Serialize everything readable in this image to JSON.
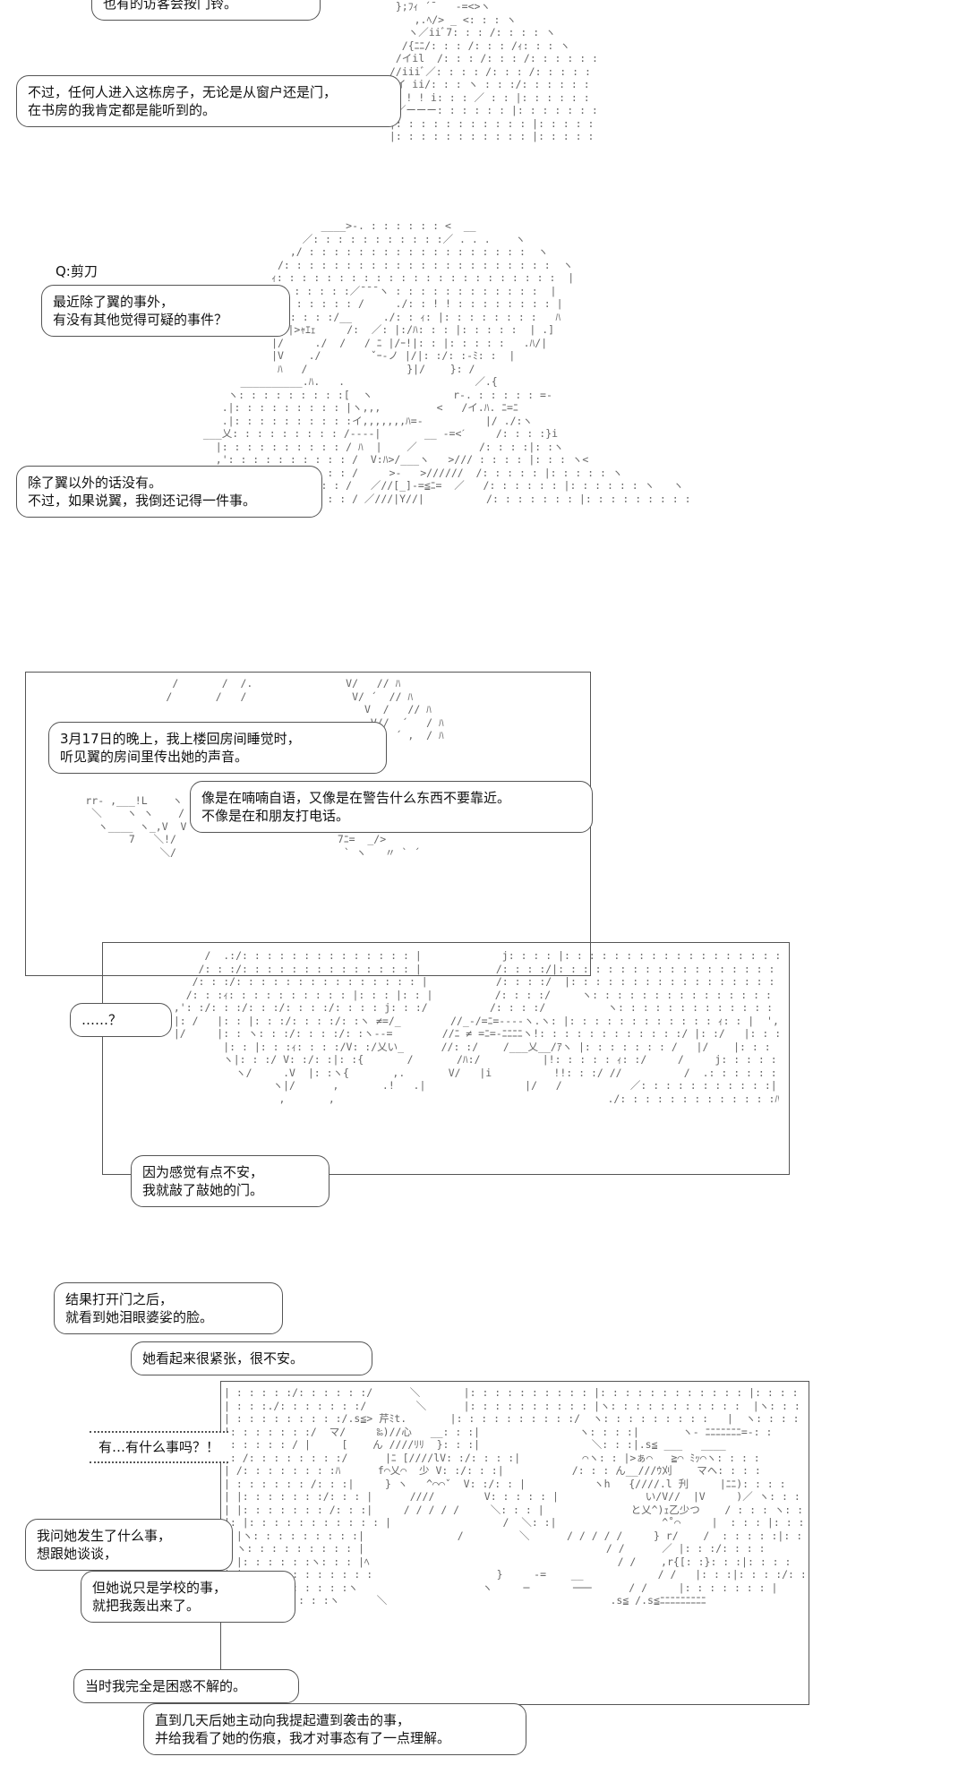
{
  "panel1": {
    "bubble_top": [
      "也有的访客会按门铃。"
    ],
    "bubble_main": [
      "不过，任何人进入这栋房子，无论是从窗户还是门，",
      "在书房的我肯定都是能听到的。"
    ]
  },
  "panel2": {
    "question_label": "Q:剪刀",
    "bubble_q": [
      "最近除了翼的事外，",
      "有没有其他觉得可疑的事件？"
    ],
    "bubble_a": [
      "除了翼以外的话没有。",
      "不过，如果说翼，我倒还记得一件事。"
    ]
  },
  "panel3": {
    "bubble_a": [
      "3月17日的晚上，我上楼回房间睡觉时，",
      "听见翼的房间里传出她的声音。"
    ],
    "bubble_b": [
      "像是在喃喃自语，又像是在警告什么东西不要靠近。",
      "不像是在和朋友打电话。"
    ],
    "bubble_c": [
      "……？"
    ],
    "bubble_d": [
      "因为感觉有点不安，",
      "我就敲了敲她的门。"
    ]
  },
  "panel4": {
    "bubble_a": [
      "结果打开门之后，",
      "就看到她泪眼婆娑的脸。"
    ],
    "bubble_b": [
      "她看起来很紧张，很不安。"
    ],
    "bubble_shout": [
      "有…有什么事吗？！"
    ],
    "bubble_c": [
      "我问她发生了什么事，",
      "想跟她谈谈，"
    ],
    "bubble_d": [
      "但她说只是学校的事，",
      "就把我轰出来了。"
    ],
    "bubble_e": [
      "当时我完全是困惑不解的。"
    ],
    "bubble_f": [
      "直到几天后她主动向我提起遭到袭击的事，",
      "并给我看了她的伤痕，我才对事态有了一点理解。"
    ]
  }
}
